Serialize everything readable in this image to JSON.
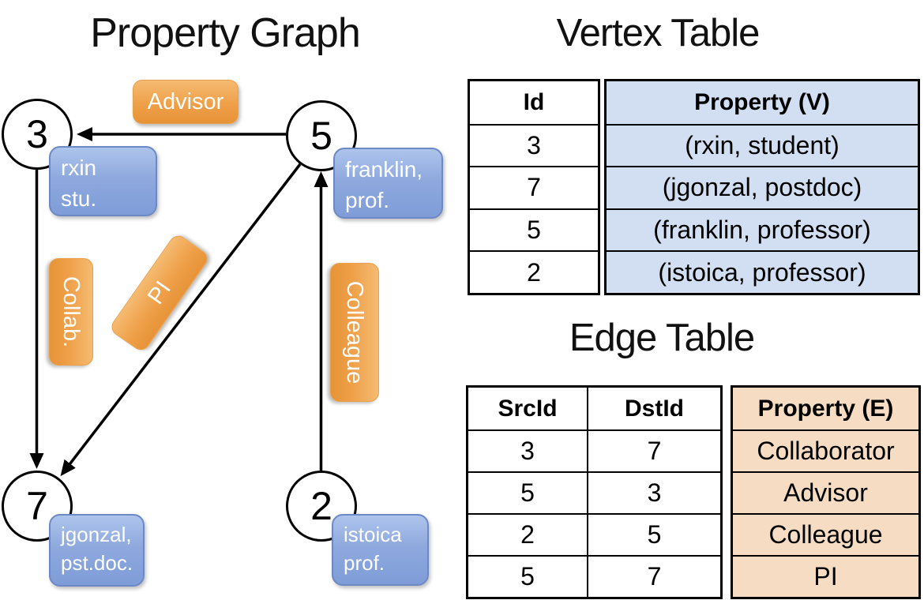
{
  "colors": {
    "pill_orange_top": "#f5bb72",
    "pill_orange_bottom": "#e79338",
    "node_blue_top": "#adc4ec",
    "node_blue_bottom": "#7e9cd8",
    "vertex_property_bg": "#d2def1",
    "edge_property_bg": "#f5dcc3",
    "line_color": "#000000",
    "label_text": "#ffffff"
  },
  "property_graph": {
    "title": "Property Graph",
    "vertices": [
      {
        "id": "3",
        "label_line1": "rxin",
        "label_line2": "stu."
      },
      {
        "id": "5",
        "label_line1": "franklin,",
        "label_line2": "prof."
      },
      {
        "id": "7",
        "label_line1": "jgonzal,",
        "label_line2": "pst.doc."
      },
      {
        "id": "2",
        "label_line1": "istoica",
        "label_line2": "prof."
      }
    ],
    "edge_labels": {
      "advisor": "Advisor",
      "collab": "Collab.",
      "pi": "PI",
      "colleague": "Colleague"
    }
  },
  "vertex_table": {
    "title": "Vertex Table",
    "headers": {
      "id": "Id",
      "property": "Property (V)"
    },
    "rows": [
      {
        "id": "3",
        "property": "(rxin, student)"
      },
      {
        "id": "7",
        "property": "(jgonzal, postdoc)"
      },
      {
        "id": "5",
        "property": "(franklin, professor)"
      },
      {
        "id": "2",
        "property": "(istoica, professor)"
      }
    ]
  },
  "edge_table": {
    "title": "Edge Table",
    "headers": {
      "src": "SrcId",
      "dst": "DstId",
      "property": "Property (E)"
    },
    "rows": [
      {
        "src": "3",
        "dst": "7",
        "property": "Collaborator"
      },
      {
        "src": "5",
        "dst": "3",
        "property": "Advisor"
      },
      {
        "src": "2",
        "dst": "5",
        "property": "Colleague"
      },
      {
        "src": "5",
        "dst": "7",
        "property": "PI"
      }
    ]
  }
}
